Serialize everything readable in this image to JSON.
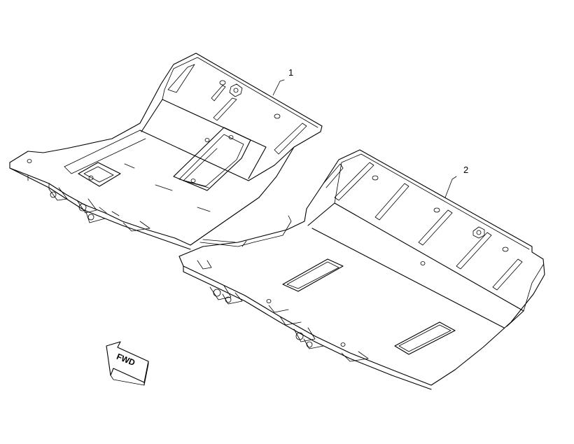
{
  "diagram": {
    "callouts": [
      {
        "id": "1",
        "label": "1"
      },
      {
        "id": "2",
        "label": "2"
      }
    ],
    "direction_arrow": {
      "label": "FWD"
    }
  }
}
